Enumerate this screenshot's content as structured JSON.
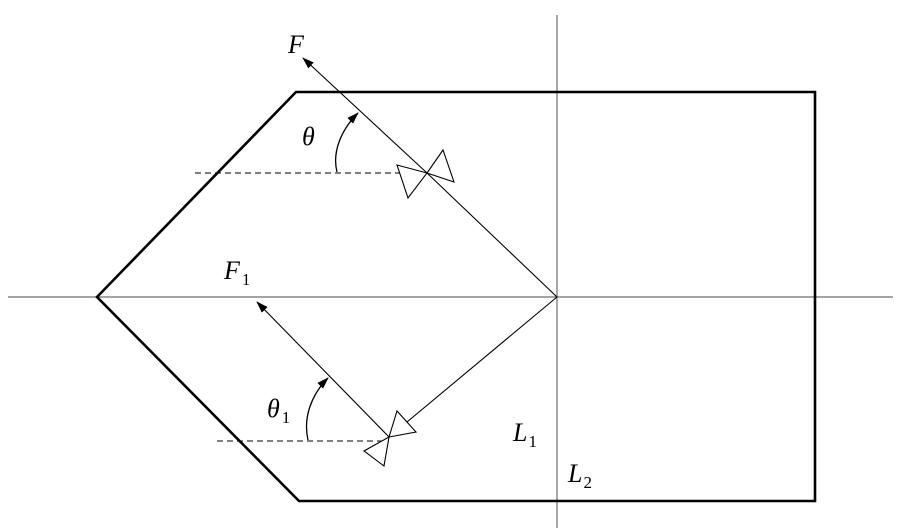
{
  "labels": {
    "force_upper": "F",
    "angle_upper": "θ",
    "force_lower_main": "F",
    "force_lower_sub": "1",
    "angle_lower_main": "θ",
    "angle_lower_sub": "1",
    "line1_main": "L",
    "line1_sub": "1",
    "line2_main": "L",
    "line2_sub": "2"
  },
  "colors": {
    "outline": "#000000",
    "axis": "#6e6e6e"
  }
}
